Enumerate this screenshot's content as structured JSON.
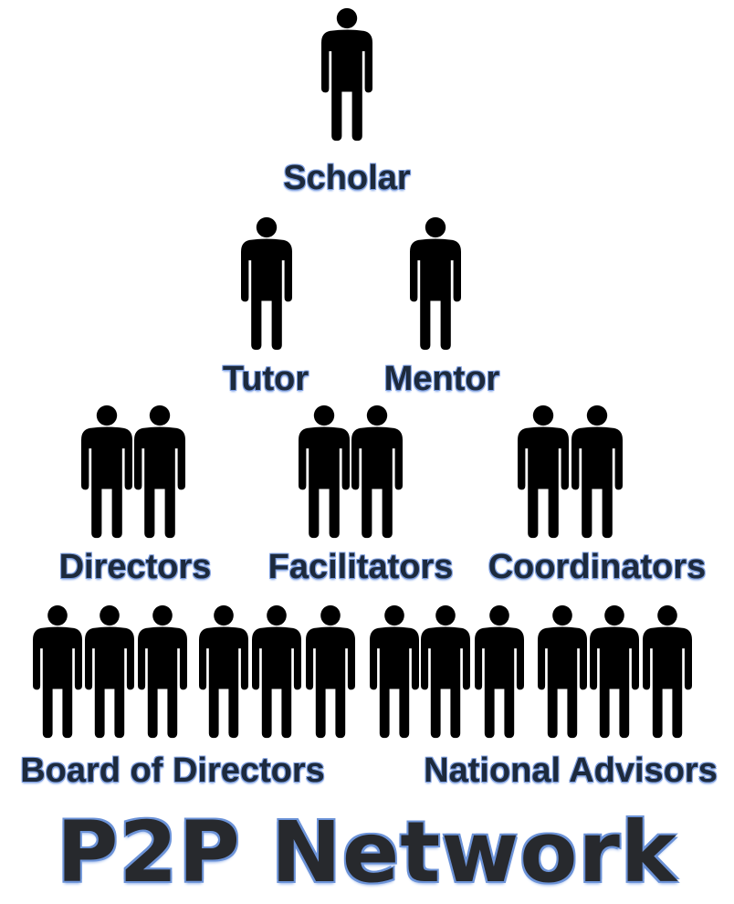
{
  "colors": {
    "figure": "#000000",
    "label_text": "#1d2a3c",
    "label_outline": "#7d9ee0",
    "background": "#ffffff"
  },
  "icon": "person-icon",
  "tiers": [
    {
      "groups": [
        {
          "label": "Scholar",
          "count": 1
        }
      ]
    },
    {
      "groups": [
        {
          "label": "Tutor",
          "count": 1
        },
        {
          "label": "Mentor",
          "count": 1
        }
      ]
    },
    {
      "groups": [
        {
          "label": "Directors",
          "count": 2
        },
        {
          "label": "Facilitators",
          "count": 2
        },
        {
          "label": "Coordinators",
          "count": 2
        }
      ]
    },
    {
      "groups": [
        {
          "label": "Board of Directors",
          "count": 6
        },
        {
          "label": "National Advisors",
          "count": 6
        }
      ]
    }
  ],
  "title": "P2P Network"
}
